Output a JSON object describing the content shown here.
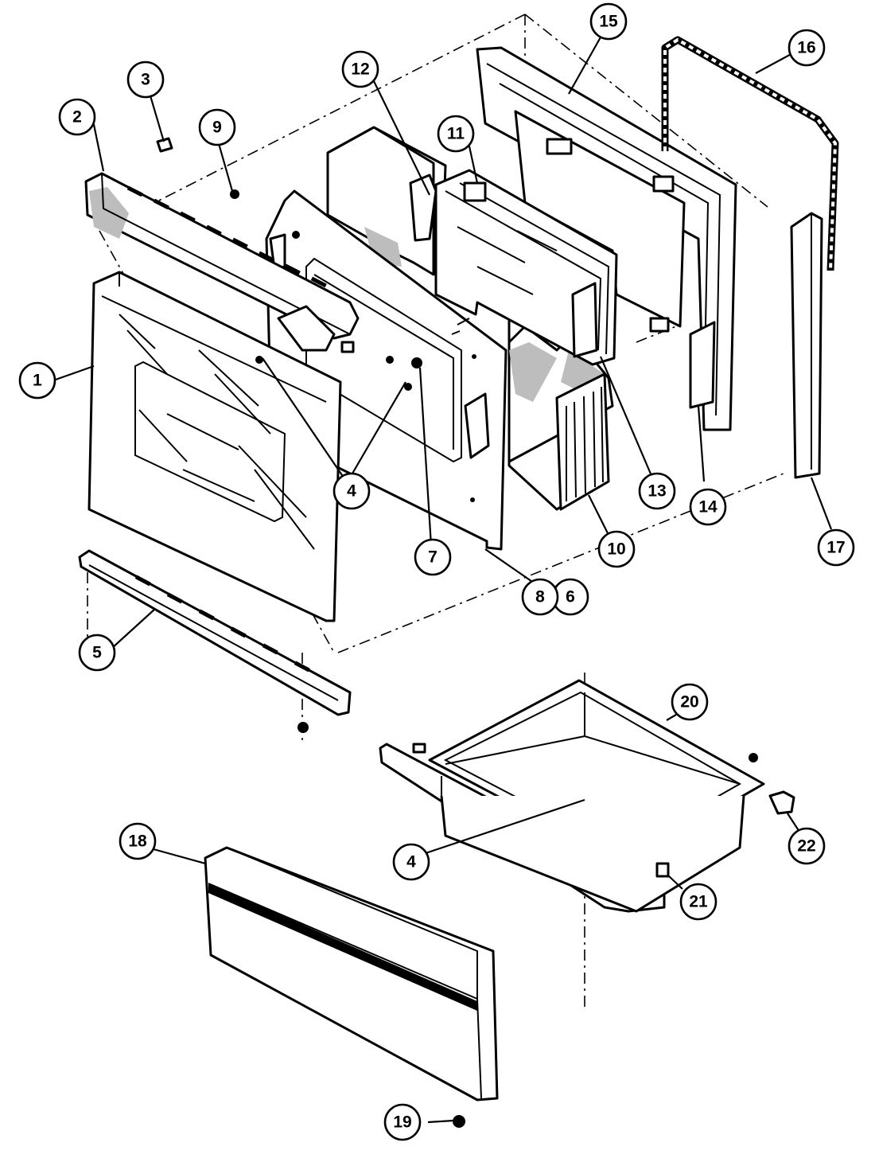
{
  "callouts": [
    {
      "id": "c1",
      "label": "1"
    },
    {
      "id": "c2",
      "label": "2"
    },
    {
      "id": "c3",
      "label": "3"
    },
    {
      "id": "c4a",
      "label": "4"
    },
    {
      "id": "c4b",
      "label": "4"
    },
    {
      "id": "c5",
      "label": "5"
    },
    {
      "id": "c6",
      "label": "6"
    },
    {
      "id": "c7",
      "label": "7"
    },
    {
      "id": "c8",
      "label": "8"
    },
    {
      "id": "c9",
      "label": "9"
    },
    {
      "id": "c10",
      "label": "10"
    },
    {
      "id": "c11",
      "label": "11"
    },
    {
      "id": "c12",
      "label": "12"
    },
    {
      "id": "c13",
      "label": "13"
    },
    {
      "id": "c14",
      "label": "14"
    },
    {
      "id": "c15",
      "label": "15"
    },
    {
      "id": "c16",
      "label": "16"
    },
    {
      "id": "c17",
      "label": "17"
    },
    {
      "id": "c18",
      "label": "18"
    },
    {
      "id": "c19",
      "label": "19"
    },
    {
      "id": "c20",
      "label": "20"
    },
    {
      "id": "c21",
      "label": "21"
    },
    {
      "id": "c22",
      "label": "22"
    }
  ]
}
